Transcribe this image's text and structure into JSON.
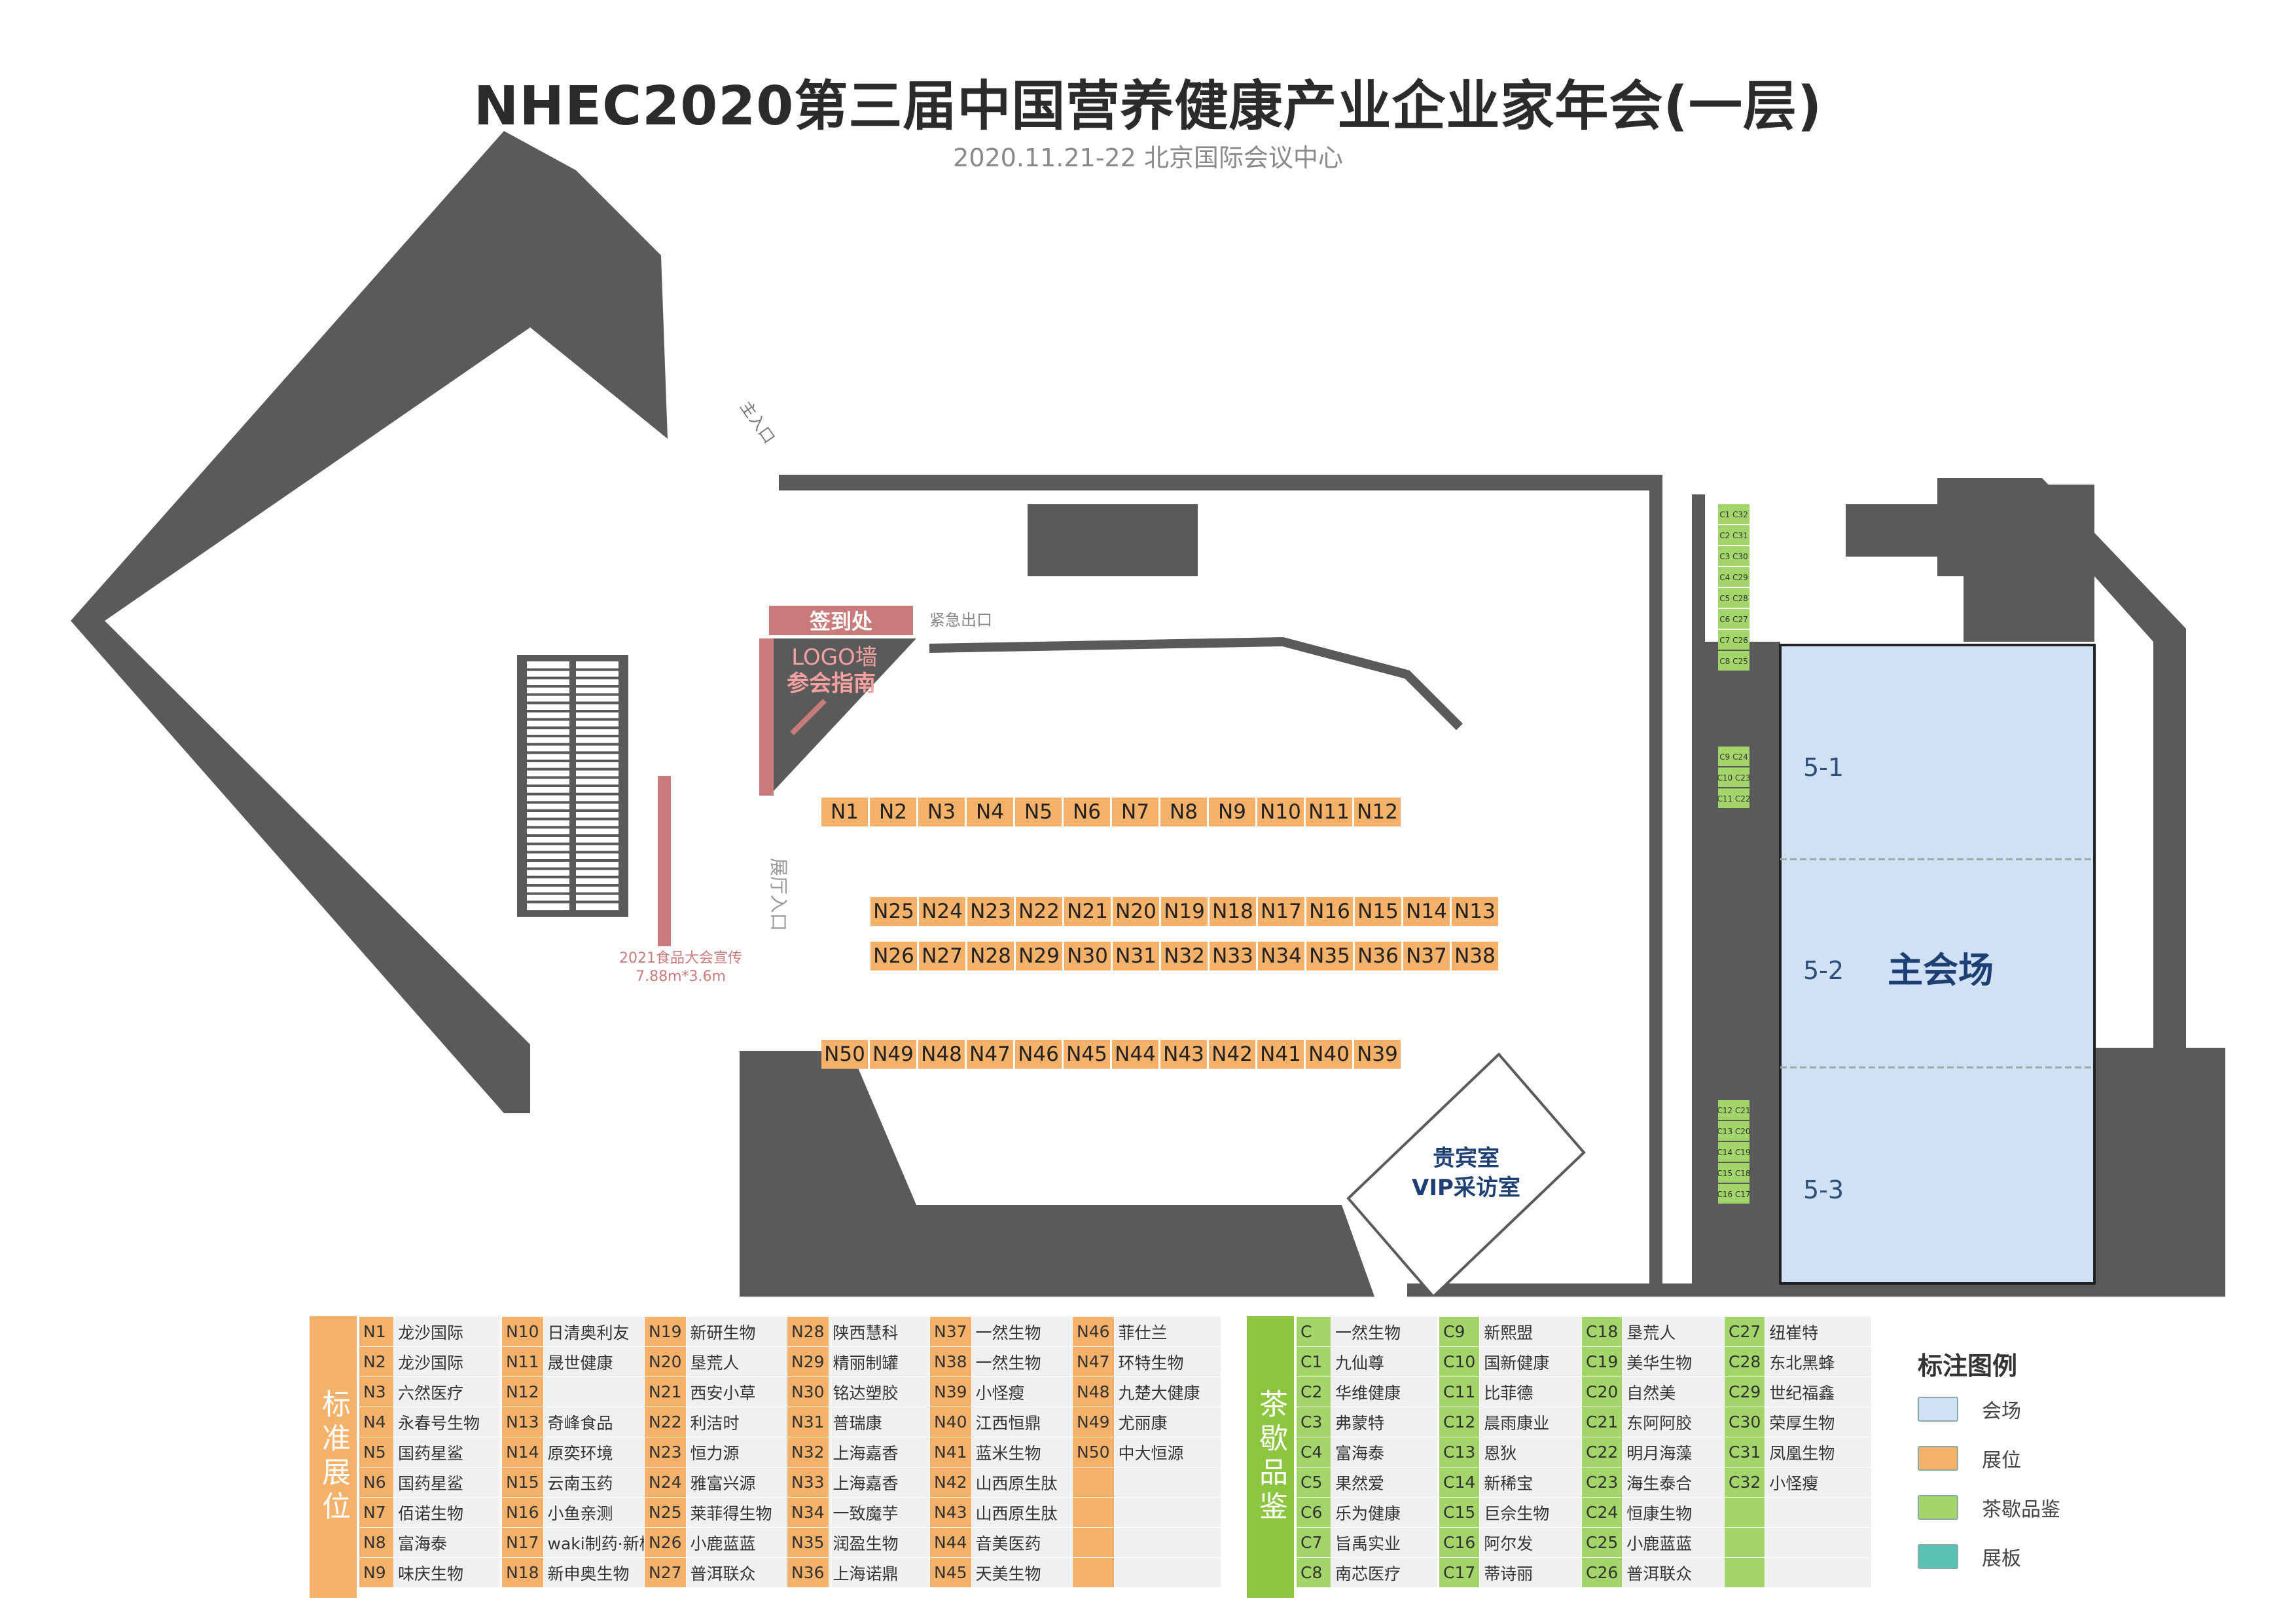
{
  "header": {
    "title": "NHEC2020第三届中国营养健康产业企业家年会(一层)",
    "subtitle": "2020.11.21-22  北京国际会议中心"
  },
  "map_labels": {
    "main_entrance": "主入口",
    "signin": "签到处",
    "emergency_exit": "紧急出口",
    "logo_wall_1": "LOGO墙",
    "logo_wall_2": "参会指南",
    "hall_entrance": "展厅入口",
    "promo_1": "2021食品大会宣传",
    "promo_2": "7.88m*3.6m",
    "vip_1": "贵宾室",
    "vip_2": "VIP采访室",
    "main_hall": "主会场",
    "hall_5_1": "5-1",
    "hall_5_2": "5-2",
    "hall_5_3": "5-3"
  },
  "booth_rows": {
    "row1": [
      "N1",
      "N2",
      "N3",
      "N4",
      "N5",
      "N6",
      "N7",
      "N8",
      "N9",
      "N10",
      "N11",
      "N12"
    ],
    "row2": [
      "N25",
      "N24",
      "N23",
      "N22",
      "N21",
      "N20",
      "N19",
      "N18",
      "N17",
      "N16",
      "N15",
      "N14",
      "N13"
    ],
    "row3": [
      "N26",
      "N27",
      "N28",
      "N29",
      "N30",
      "N31",
      "N32",
      "N33",
      "N34",
      "N35",
      "N36",
      "N37",
      "N38"
    ],
    "row4": [
      "N50",
      "N49",
      "N48",
      "N47",
      "N46",
      "N45",
      "N44",
      "N43",
      "N42",
      "N41",
      "N40",
      "N39"
    ]
  },
  "tea_booths": {
    "upper": [
      "C1 C32",
      "C2 C31",
      "C3 C30",
      "C4 C29",
      "C5 C28",
      "C6 C27",
      "C7 C26",
      "C8 C25"
    ],
    "middle": [
      "C9 C24",
      "C10 C23",
      "C11 C22"
    ],
    "lower": [
      "C12 C21",
      "C13 C20",
      "C14 C19",
      "C15 C18",
      "C16 C17"
    ]
  },
  "standard_directory": {
    "label": "标准展位",
    "columns": [
      [
        [
          "N1",
          "龙沙国际"
        ],
        [
          "N2",
          "龙沙国际"
        ],
        [
          "N3",
          "六然医疗"
        ],
        [
          "N4",
          "永春号生物"
        ],
        [
          "N5",
          "国药星鲨"
        ],
        [
          "N6",
          "国药星鲨"
        ],
        [
          "N7",
          "佰诺生物"
        ],
        [
          "N8",
          "富海泰"
        ],
        [
          "N9",
          "味庆生物"
        ]
      ],
      [
        [
          "N10",
          "日清奥利友"
        ],
        [
          "N11",
          "晟世健康"
        ],
        [
          "N12",
          ""
        ],
        [
          "N13",
          "奇峰食品"
        ],
        [
          "N14",
          "原奕环境"
        ],
        [
          "N15",
          "云南玉药"
        ],
        [
          "N16",
          "小鱼亲测"
        ],
        [
          "N17",
          "waki制药·新桥"
        ],
        [
          "N18",
          "新申奥生物"
        ]
      ],
      [
        [
          "N19",
          "新研生物"
        ],
        [
          "N20",
          "垦荒人"
        ],
        [
          "N21",
          "西安小草"
        ],
        [
          "N22",
          "利洁时"
        ],
        [
          "N23",
          "恒力源"
        ],
        [
          "N24",
          "雅富兴源"
        ],
        [
          "N25",
          "莱菲得生物"
        ],
        [
          "N26",
          "小鹿蓝蓝"
        ],
        [
          "N27",
          "普洱联众"
        ]
      ],
      [
        [
          "N28",
          "陕西慧科"
        ],
        [
          "N29",
          "精丽制罐"
        ],
        [
          "N30",
          "铭达塑胶"
        ],
        [
          "N31",
          "普瑞康"
        ],
        [
          "N32",
          "上海嘉香"
        ],
        [
          "N33",
          "上海嘉香"
        ],
        [
          "N34",
          "一致魔芋"
        ],
        [
          "N35",
          "润盈生物"
        ],
        [
          "N36",
          "上海诺鼎"
        ]
      ],
      [
        [
          "N37",
          "一然生物"
        ],
        [
          "N38",
          "一然生物"
        ],
        [
          "N39",
          "小怪瘦"
        ],
        [
          "N40",
          "江西恒鼎"
        ],
        [
          "N41",
          "蓝米生物"
        ],
        [
          "N42",
          "山西原生肽"
        ],
        [
          "N43",
          "山西原生肽"
        ],
        [
          "N44",
          "音美医药"
        ],
        [
          "N45",
          "天美生物"
        ]
      ],
      [
        [
          "N46",
          "菲仕兰"
        ],
        [
          "N47",
          "环特生物"
        ],
        [
          "N48",
          "九楚大健康"
        ],
        [
          "N49",
          "尤丽康"
        ],
        [
          "N50",
          "中大恒源"
        ],
        [
          "",
          ""
        ],
        [
          "",
          ""
        ],
        [
          "",
          ""
        ],
        [
          "",
          ""
        ]
      ]
    ]
  },
  "tea_directory": {
    "label": "茶歇品鉴",
    "columns": [
      [
        [
          "C",
          "一然生物"
        ],
        [
          "C1",
          "九仙尊"
        ],
        [
          "C2",
          "华维健康"
        ],
        [
          "C3",
          "弗蒙特"
        ],
        [
          "C4",
          "富海泰"
        ],
        [
          "C5",
          "果然爱"
        ],
        [
          "C6",
          "乐为健康"
        ],
        [
          "C7",
          "旨禹实业"
        ],
        [
          "C8",
          "南芯医疗"
        ]
      ],
      [
        [
          "C9",
          "新熙盟"
        ],
        [
          "C10",
          "国新健康"
        ],
        [
          "C11",
          "比菲德"
        ],
        [
          "C12",
          "晨雨康业"
        ],
        [
          "C13",
          "恩狄"
        ],
        [
          "C14",
          "新稀宝"
        ],
        [
          "C15",
          "巨佘生物"
        ],
        [
          "C16",
          "阿尔发"
        ],
        [
          "C17",
          "蒂诗丽"
        ]
      ],
      [
        [
          "C18",
          "垦荒人"
        ],
        [
          "C19",
          "美华生物"
        ],
        [
          "C20",
          "自然美"
        ],
        [
          "C21",
          "东阿阿胶"
        ],
        [
          "C22",
          "明月海藻"
        ],
        [
          "C23",
          "海生泰合"
        ],
        [
          "C24",
          "恒康生物"
        ],
        [
          "C25",
          "小鹿蓝蓝"
        ],
        [
          "C26",
          "普洱联众"
        ]
      ],
      [
        [
          "C27",
          "纽崔特"
        ],
        [
          "C28",
          "东北黑蜂"
        ],
        [
          "C29",
          "世纪福鑫"
        ],
        [
          "C30",
          "荣厚生物"
        ],
        [
          "C31",
          "凤凰生物"
        ],
        [
          "C32",
          "小怪瘦"
        ],
        [
          "",
          ""
        ],
        [
          "",
          ""
        ],
        [
          "",
          ""
        ]
      ]
    ]
  },
  "legend": {
    "title": "标注图例",
    "items": [
      {
        "label": "会场",
        "color": "#cfe1f3"
      },
      {
        "label": "展位",
        "color": "#f4b16a"
      },
      {
        "label": "茶歇品鉴",
        "color": "#a3d56a"
      },
      {
        "label": "展板",
        "color": "#5cc3b4"
      }
    ]
  },
  "colors": {
    "wall": "#5a5a5a",
    "booth": "#f4b16a",
    "tea": "#a3d56a",
    "hall": "#cfe1f3",
    "signin": "#c97a7a"
  }
}
